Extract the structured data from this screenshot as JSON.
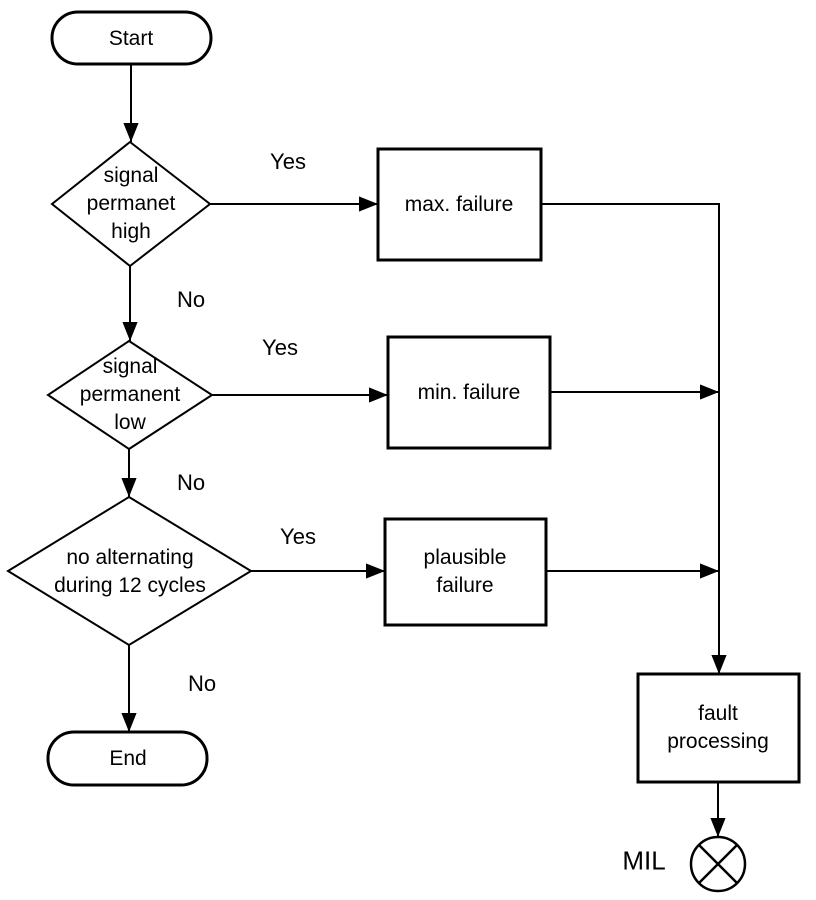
{
  "diagram": {
    "type": "flowchart",
    "colors": {
      "stroke": "#000000",
      "background": "#ffffff",
      "fill": "#ffffff"
    },
    "nodes": {
      "start": {
        "shape": "terminator",
        "label": "Start"
      },
      "decision1": {
        "shape": "diamond",
        "label": "signal\npermanet\nhigh"
      },
      "process1": {
        "shape": "rect",
        "label": "max. failure"
      },
      "decision2": {
        "shape": "diamond",
        "label": "signal\npermanent\nlow"
      },
      "process2": {
        "shape": "rect",
        "label": "min. failure"
      },
      "decision3": {
        "shape": "diamond",
        "label": "no alternating\nduring 12 cycles"
      },
      "process3": {
        "shape": "rect",
        "label": "plausible\nfailure"
      },
      "end": {
        "shape": "terminator",
        "label": "End"
      },
      "process4": {
        "shape": "rect",
        "label": "fault\nprocessing"
      },
      "mil": {
        "shape": "crossed-circle-lamp",
        "label": "MIL"
      }
    },
    "edge_labels": {
      "d1_yes": "Yes",
      "d1_no": "No",
      "d2_yes": "Yes",
      "d2_no": "No",
      "d3_yes": "Yes",
      "d3_no": "No"
    }
  }
}
